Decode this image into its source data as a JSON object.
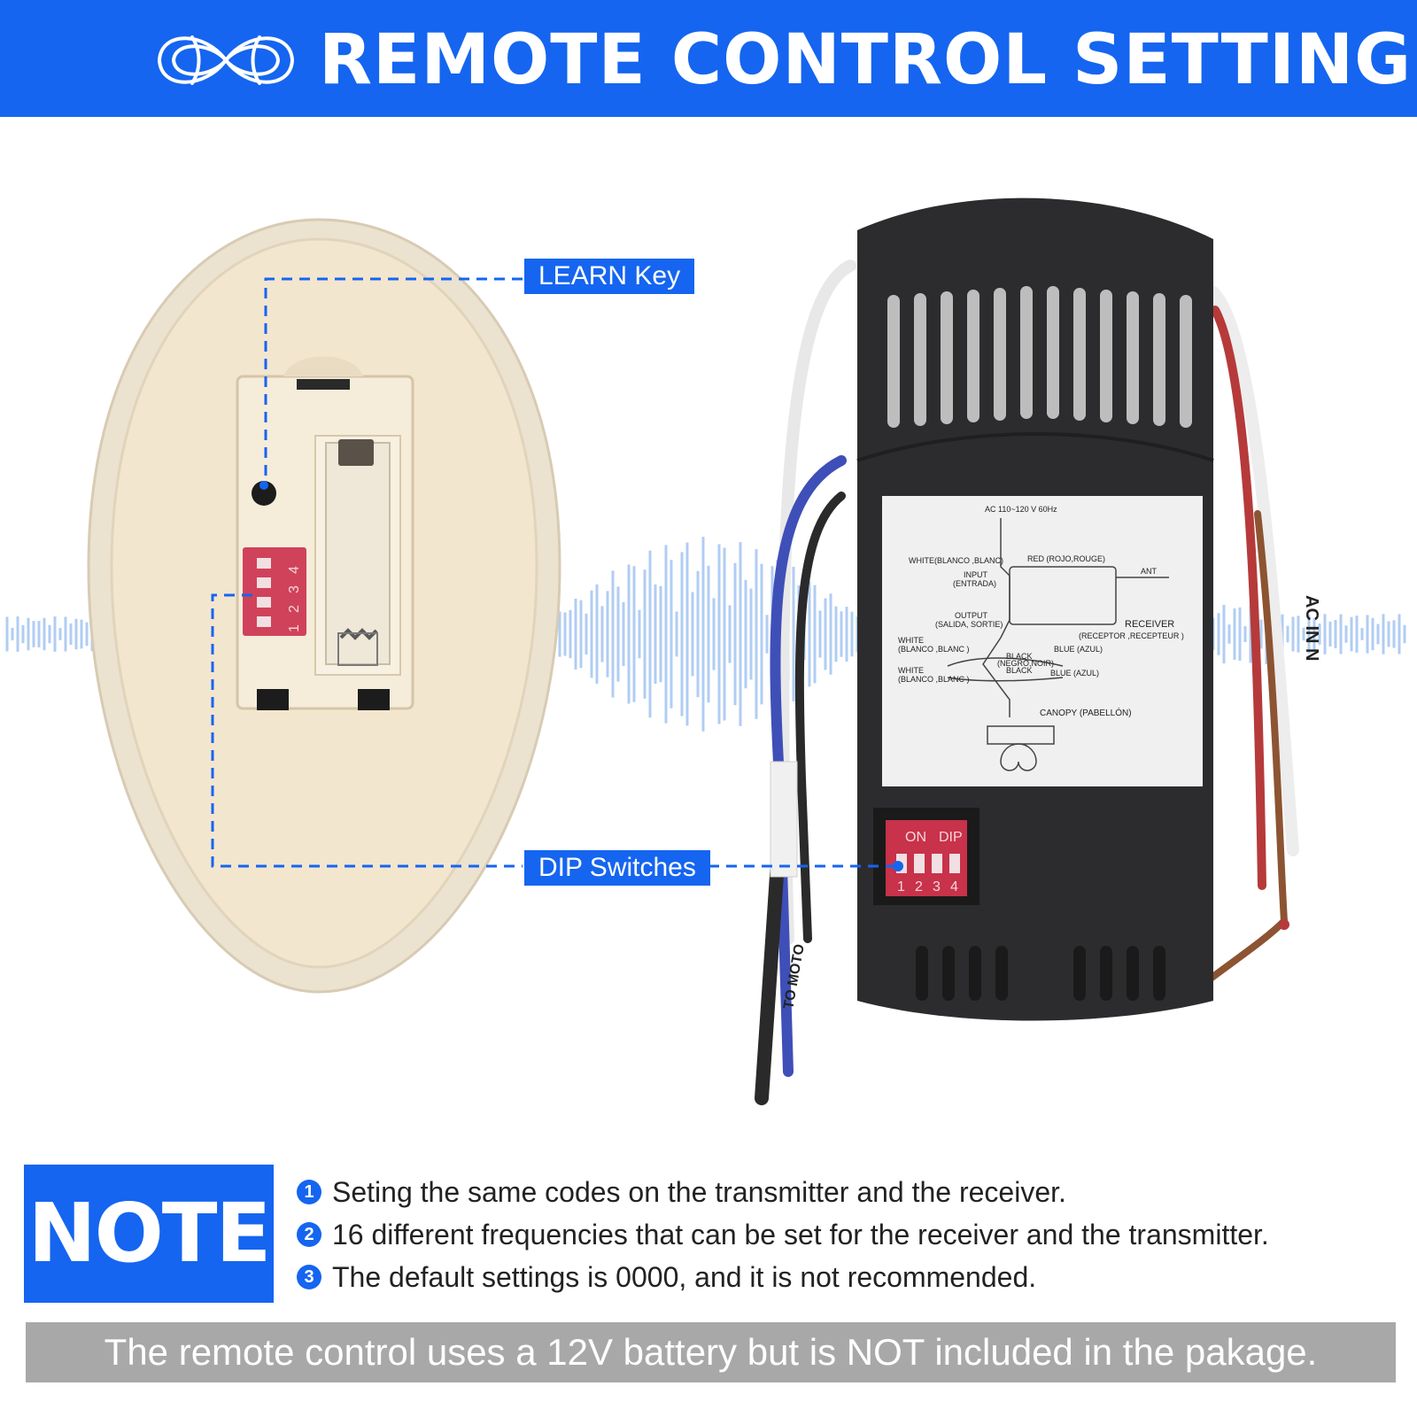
{
  "header": {
    "title": "REMOTE CONTROL SETTING",
    "logo_icon": "infinity-knot-icon"
  },
  "callouts": {
    "learn_key": "LEARN Key",
    "dip_switches": "DIP Switches"
  },
  "remote": {
    "dip_labels": [
      "1",
      "2",
      "3",
      "4"
    ]
  },
  "receiver": {
    "dip_on": "ON",
    "dip_dip": "DIP",
    "dip_numbers": [
      "1",
      "2",
      "3",
      "4"
    ],
    "wire_text_right": "AC IN N",
    "wire_text_left": "TO MOTO",
    "diagram": {
      "power": "AC 110~120 V 60Hz",
      "white_in": "WHITE(BLANCO ,BLANC)",
      "red": "RED (ROJO,ROUGE)",
      "input": "INPUT",
      "input_es": "(ENTRADA)",
      "ant": "ANT",
      "output": "OUTPUT",
      "output_es": "(SALIDA, SORTIE)",
      "receiver": "RECEIVER",
      "receiver_es": "(RECEPTOR ,RECEPTEUR )",
      "white_1": "WHITE",
      "white_1_es": "(BLANCO ,BLANC )",
      "black": "BLACK",
      "black_es": "(NEGRO,NOIR)",
      "black_2": "BLACK",
      "blue_1": "BLUE (AZUL)",
      "blue_2": "BLUE (AZUL)",
      "white_2": "WHITE",
      "white_2_es": "(BLANCO ,BLANC )",
      "canopy": "CANOPY (PABELLÓN)"
    }
  },
  "note": {
    "label": "NOTE",
    "items": [
      {
        "num": "1",
        "text": "Seting the same codes on the transmitter and the receiver."
      },
      {
        "num": "2",
        "text": "16 different frequencies that can be set for the receiver and the transmitter."
      },
      {
        "num": "3",
        "text": "The default settings is 0000, and it is not recommended."
      }
    ]
  },
  "footer": {
    "text": "The remote control uses a 12V battery but is NOT included in the pakage."
  },
  "colors": {
    "brand_blue": "#1565f0",
    "footer_gray": "#a8a8a8",
    "remote_beige": "#f3e6cf",
    "receiver_black": "#2c2c2e",
    "dip_red": "#c8324a"
  }
}
